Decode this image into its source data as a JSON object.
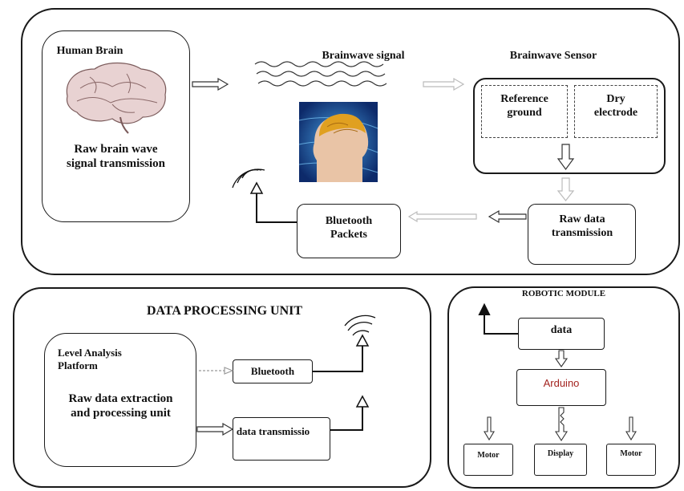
{
  "brainwave_section": {
    "human_brain": {
      "title": "Human Brain",
      "description": "Raw brain wave signal transmission"
    },
    "brainwave_signal_label": "Brainwave signal",
    "brainwave_sensor": {
      "title": "Brainwave Sensor",
      "reference_ground": "Reference ground",
      "dry_electrode": "Dry electrode"
    },
    "raw_data_transmission": "Raw data transmission",
    "bluetooth_packets": "Bluetooth Packets"
  },
  "data_processing_unit": {
    "title": "DATA PROCESSING UNIT",
    "platform_title": "Level Analysis Platform",
    "platform_description": "Raw data extraction and processing unit",
    "bluetooth": "Bluetooth",
    "data_transmission": "data transmissio"
  },
  "robotic_module": {
    "title": "ROBOTIC MODULE",
    "data": "data",
    "arduino": "Arduino",
    "motor_left": "Motor",
    "display": "Display",
    "motor_right": "Motor"
  },
  "colors": {
    "arduino_text": "#a3231f",
    "brain_pink": "#d9b7b7",
    "head_background": "#1c3f8f",
    "brain_gold": "#e0a020"
  }
}
